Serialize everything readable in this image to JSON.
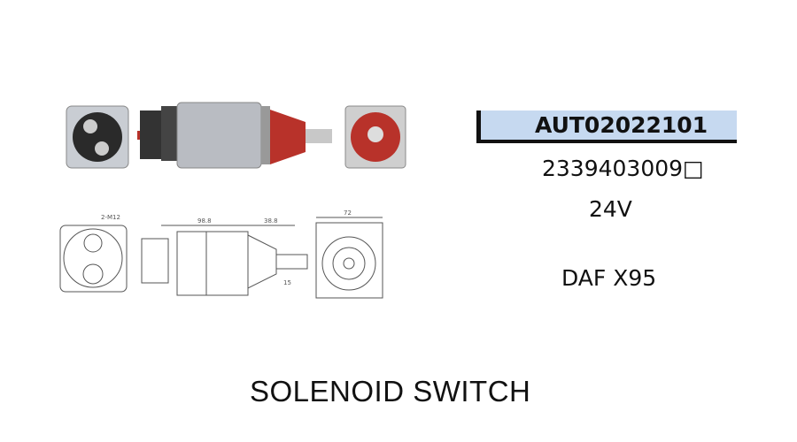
{
  "product": {
    "part_number": "AUT02022101",
    "oem_number": "2339403009□",
    "voltage": "24V",
    "application": "DAF X95",
    "title": "SOLENOID SWITCH"
  },
  "drawing_labels": {
    "thread": "2-M12",
    "length_body": "98.8",
    "length_front": "38.8",
    "width": "72",
    "stroke": "15"
  },
  "colors": {
    "highlight": "#c6d9f0",
    "accent_red": "#b8322a"
  }
}
